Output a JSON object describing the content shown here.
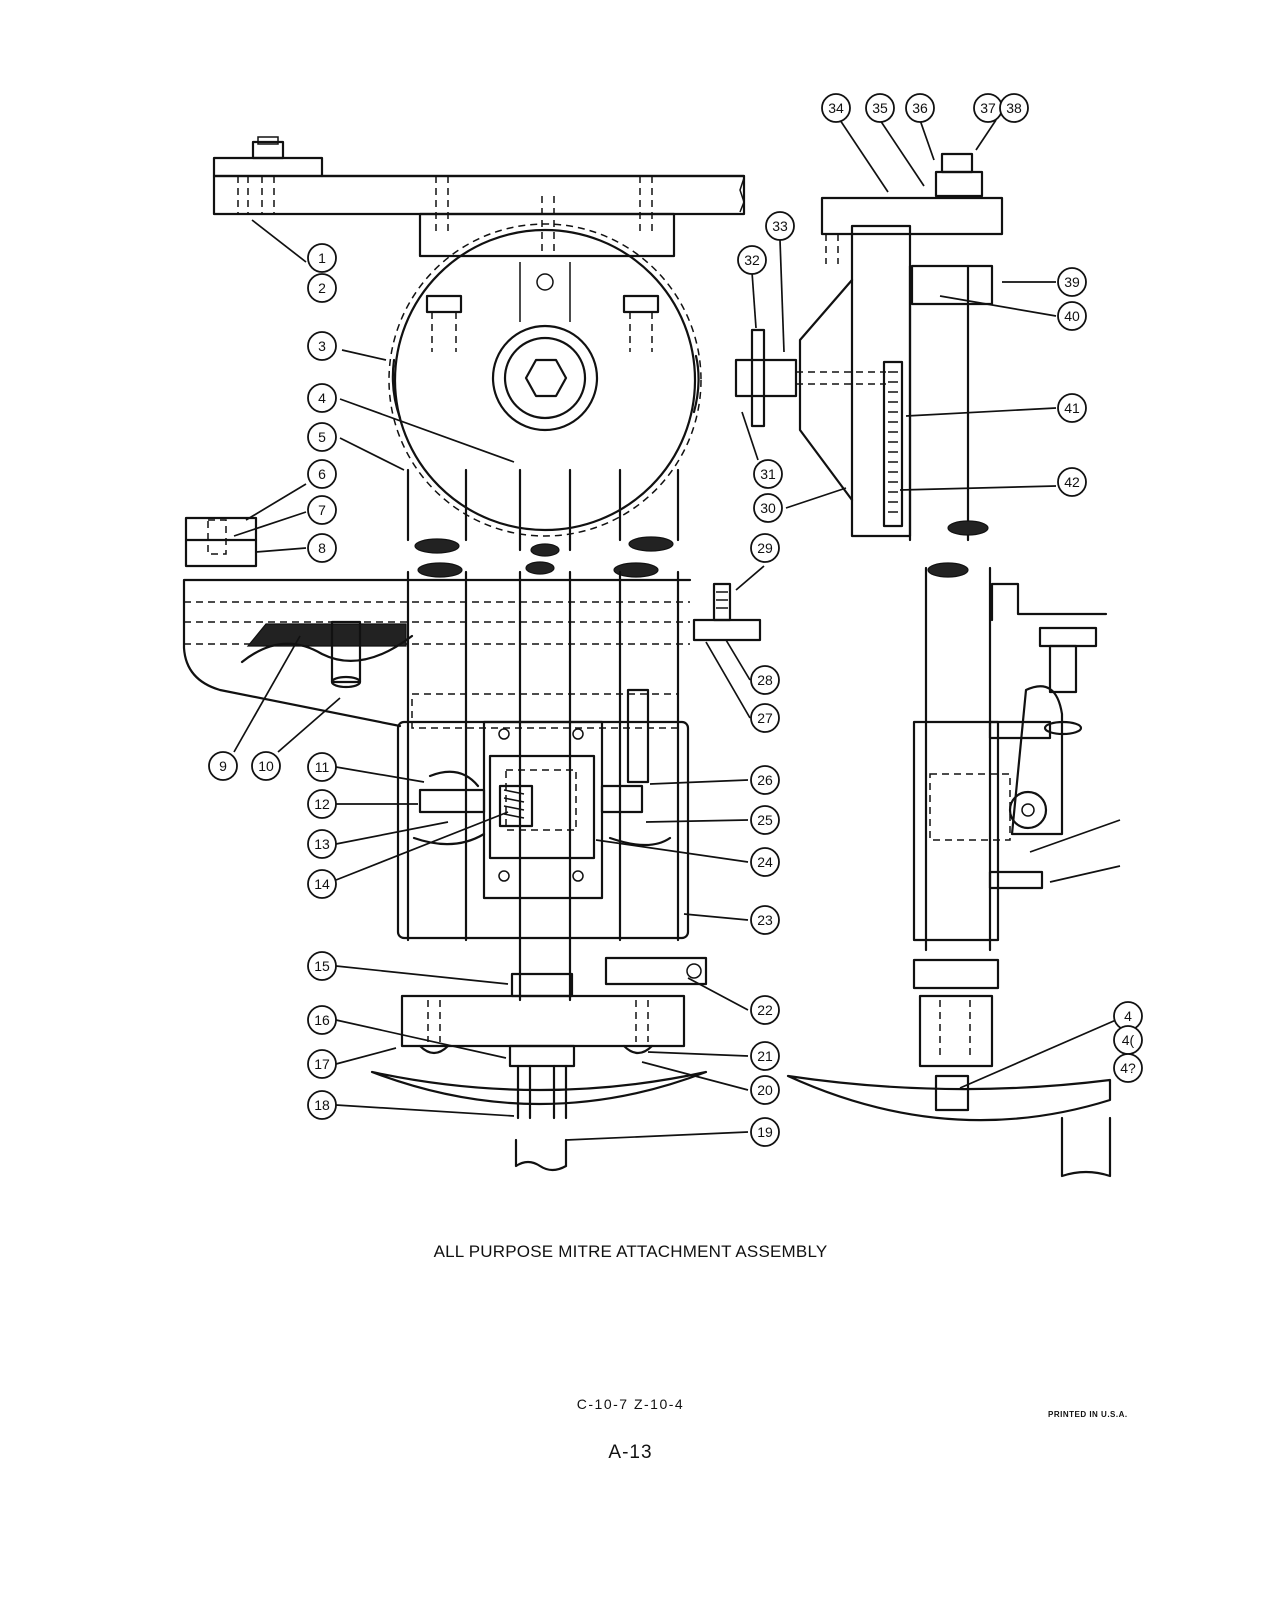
{
  "title": "ALL PURPOSE MITRE ATTACHMENT ASSEMBLY",
  "code": "C-10-7  Z-10-4",
  "page_number": "A-13",
  "printed": "PRINTED IN U.S.A.",
  "callouts": [
    "1",
    "2",
    "3",
    "4",
    "5",
    "6",
    "7",
    "8",
    "9",
    "10",
    "11",
    "12",
    "13",
    "14",
    "15",
    "16",
    "17",
    "18",
    "19",
    "20",
    "21",
    "22",
    "23",
    "24",
    "25",
    "26",
    "27",
    "28",
    "29",
    "30",
    "31",
    "32",
    "33",
    "34",
    "35",
    "36",
    "37",
    "38",
    "39",
    "40",
    "41",
    "42",
    "4",
    "4(",
    "4?"
  ]
}
